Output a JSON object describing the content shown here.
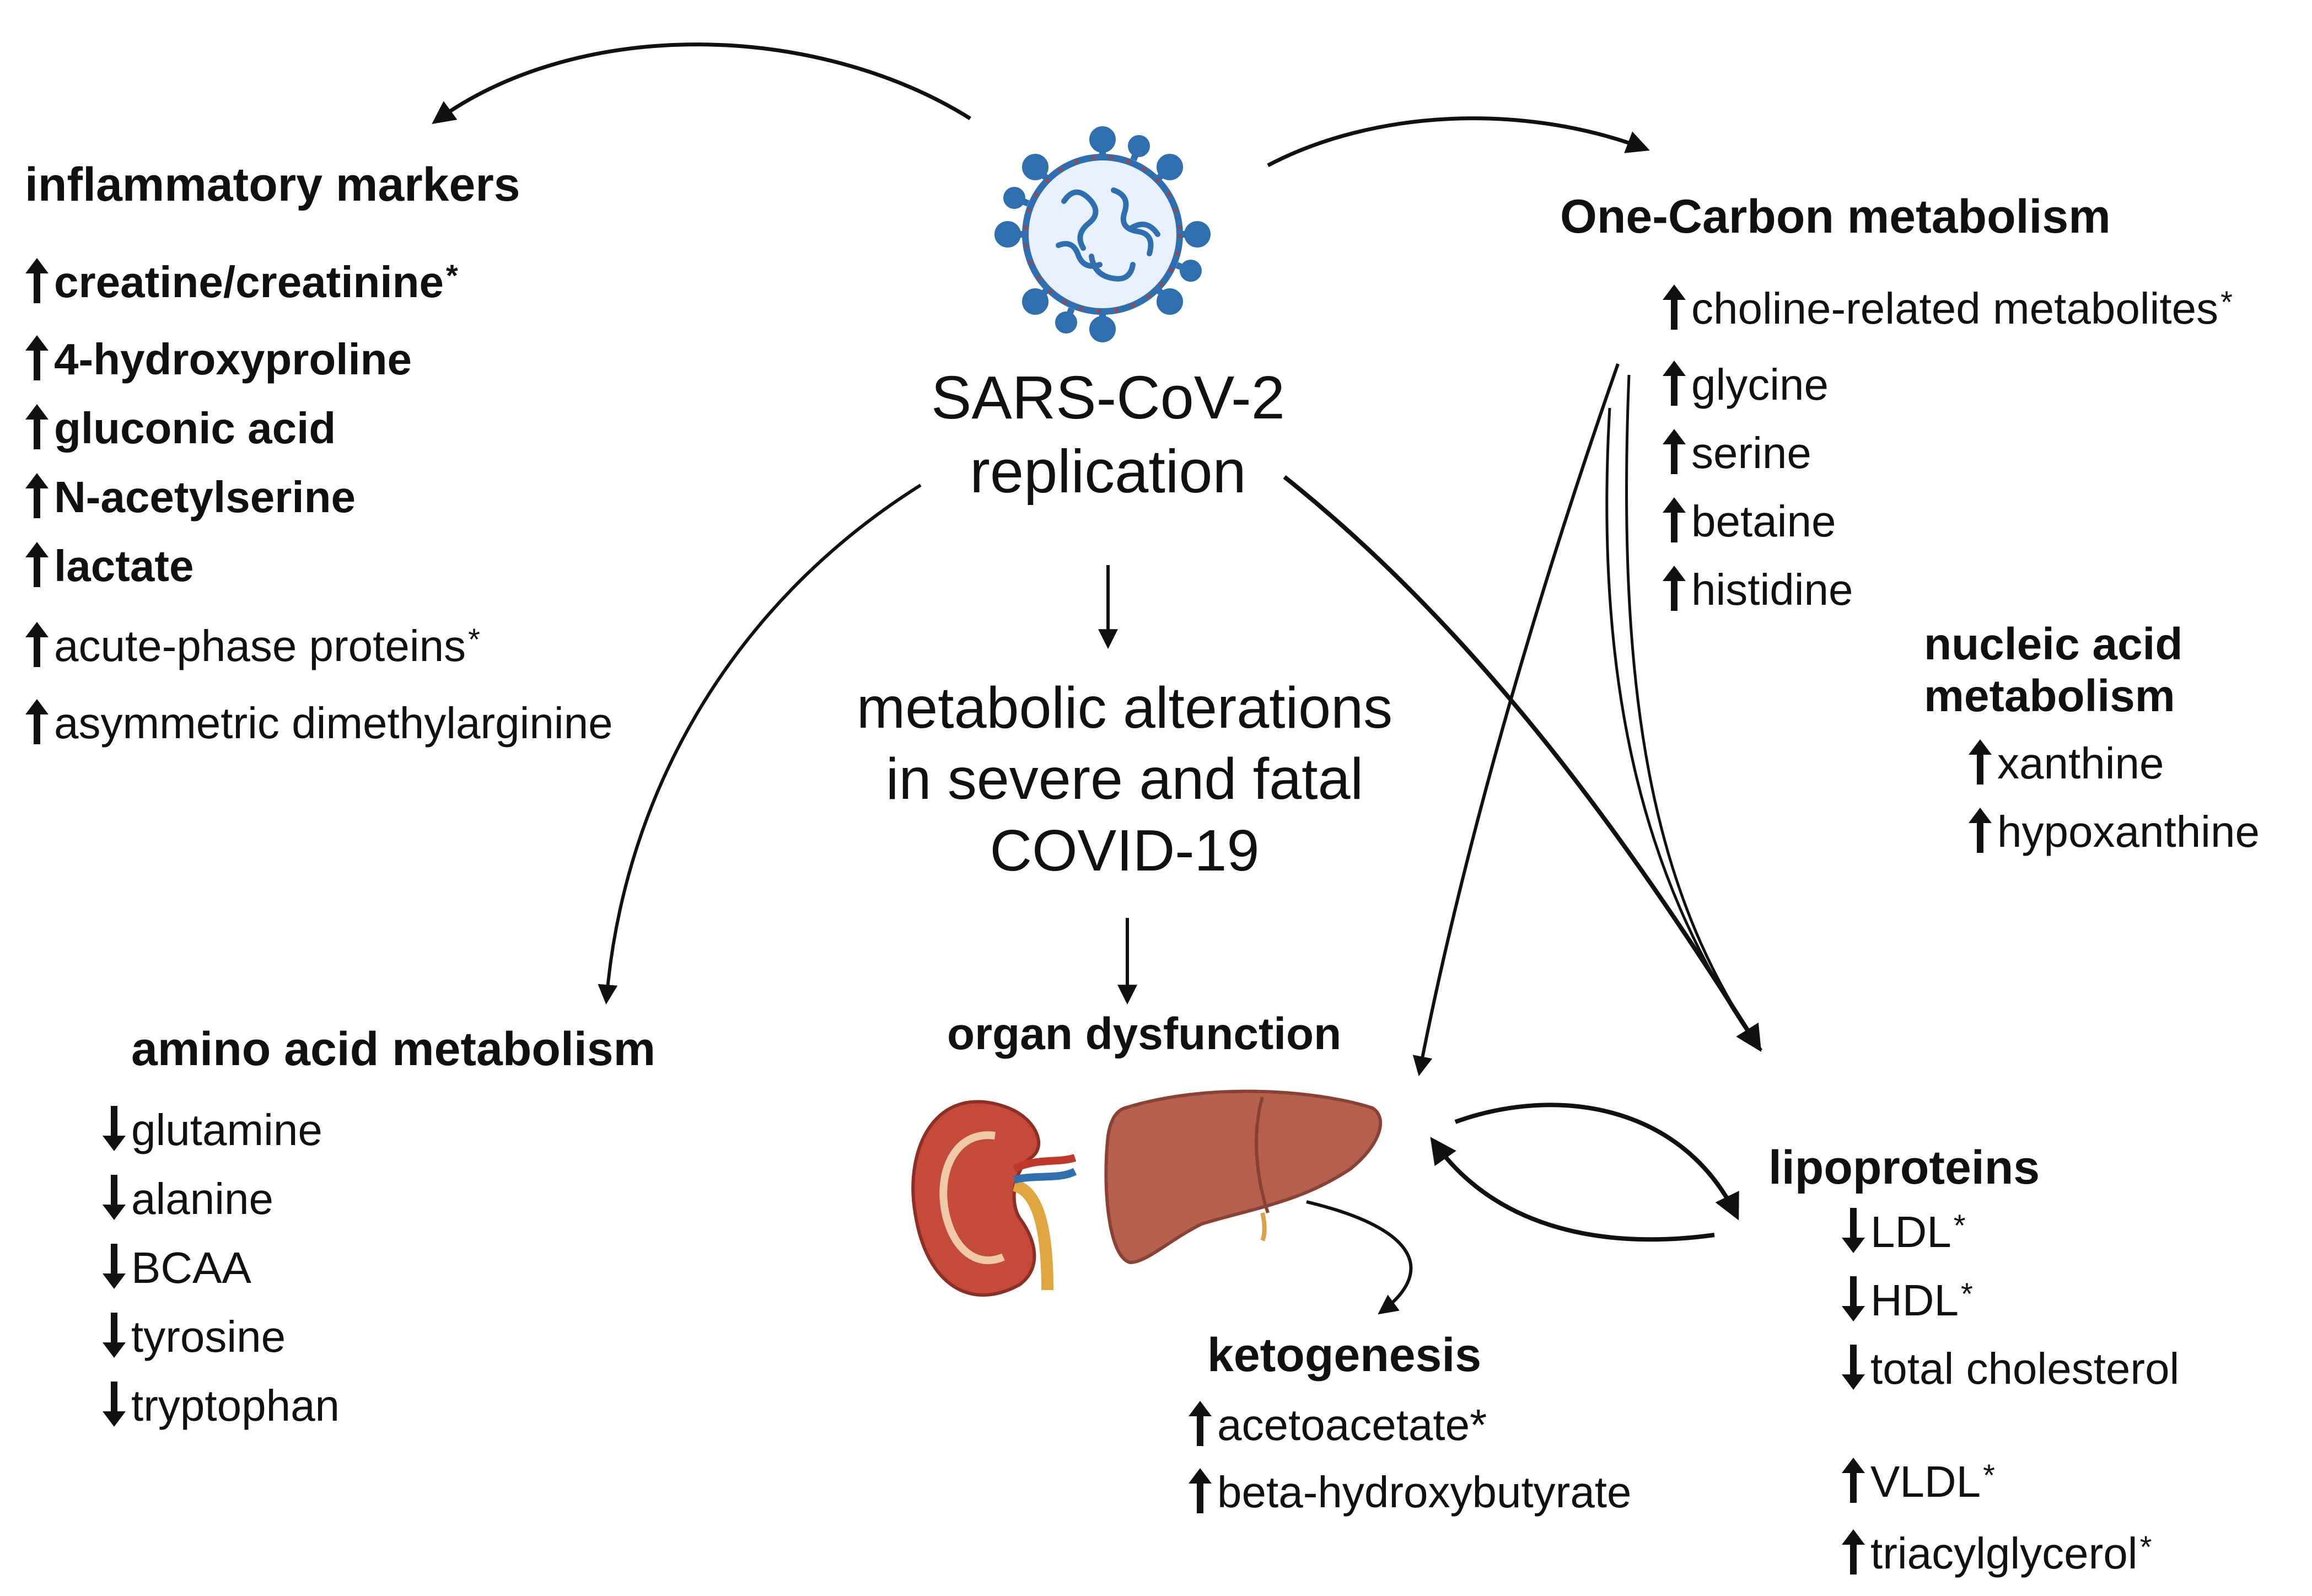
{
  "virus": {
    "title_lines": [
      "SARS-CoV-2",
      "replication"
    ]
  },
  "center": {
    "lines": [
      "metabolic alterations",
      "in severe and fatal",
      "COVID-19"
    ]
  },
  "organ": {
    "title": "organ dysfunction"
  },
  "inflammatory": {
    "title": "inflammatory markers",
    "items": [
      {
        "dir": "up",
        "text": "creatine/creatinine",
        "star": "*",
        "bold": true
      },
      {
        "dir": "up",
        "text": "4-hydroxyproline",
        "star": "",
        "bold": true
      },
      {
        "dir": "up",
        "text": "gluconic acid",
        "star": "",
        "bold": true
      },
      {
        "dir": "up",
        "text": "N-acetylserine",
        "star": "",
        "bold": true
      },
      {
        "dir": "up",
        "text": "lactate",
        "star": "",
        "bold": true
      },
      {
        "dir": "up",
        "text": "acute-phase proteins",
        "star": "*",
        "bold": false
      },
      {
        "dir": "up",
        "text": "asymmetric dimethylarginine",
        "star": "",
        "bold": false
      }
    ]
  },
  "one_carbon": {
    "title": "One-Carbon metabolism",
    "items": [
      {
        "dir": "up",
        "text": "choline-related metabolites",
        "star": "*"
      },
      {
        "dir": "up",
        "text": "glycine",
        "star": ""
      },
      {
        "dir": "up",
        "text": "serine",
        "star": ""
      },
      {
        "dir": "up",
        "text": "betaine",
        "star": ""
      },
      {
        "dir": "up",
        "text": "histidine",
        "star": ""
      }
    ]
  },
  "nucleic": {
    "title_lines": [
      "nucleic acid",
      "metabolism"
    ],
    "items": [
      {
        "dir": "up",
        "text": "xanthine",
        "star": ""
      },
      {
        "dir": "up",
        "text": "hypoxanthine",
        "star": ""
      }
    ]
  },
  "amino": {
    "title": "amino acid metabolism",
    "items": [
      {
        "dir": "down",
        "text": "glutamine",
        "star": ""
      },
      {
        "dir": "down",
        "text": "alanine",
        "star": ""
      },
      {
        "dir": "down",
        "text": "BCAA",
        "star": ""
      },
      {
        "dir": "down",
        "text": "tyrosine",
        "star": ""
      },
      {
        "dir": "down",
        "text": "tryptophan",
        "star": ""
      }
    ]
  },
  "ketogenesis": {
    "title": "ketogenesis",
    "items": [
      {
        "dir": "up",
        "text": "acetoacetate*",
        "star": ""
      },
      {
        "dir": "up",
        "text": "beta-hydroxybutyrate",
        "star": ""
      }
    ]
  },
  "lipoproteins": {
    "title": "lipoproteins",
    "items": [
      {
        "dir": "down",
        "text": "LDL",
        "star": "*"
      },
      {
        "dir": "down",
        "text": "HDL",
        "star": "*"
      },
      {
        "dir": "down",
        "text": "total cholesterol",
        "star": ""
      },
      {
        "dir": "up",
        "text": "VLDL",
        "star": "*"
      },
      {
        "dir": "up",
        "text": "triacylglycerol",
        "star": " *"
      }
    ]
  },
  "colors": {
    "ink": "#111111",
    "virus_blue": "#2f6fb0",
    "virus_red": "#c0392b",
    "organ_brown": "#b5604f",
    "kidney_red": "#c44a3a"
  },
  "icons": [
    "virus-icon",
    "kidney-icon",
    "liver-icon",
    "arrow-up-icon",
    "arrow-down-icon"
  ]
}
